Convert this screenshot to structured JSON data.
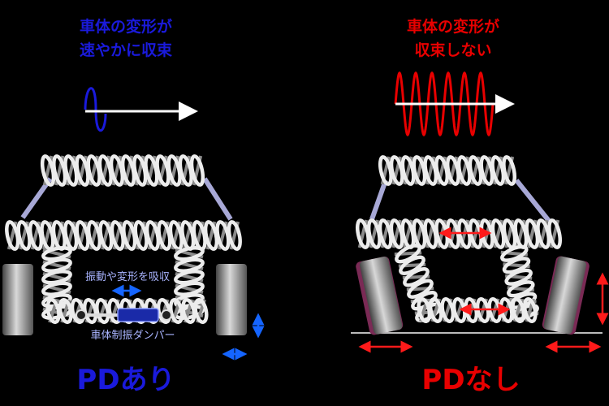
{
  "left": {
    "caption_line1": "車体の変形が",
    "caption_line2": "速やかに収束",
    "absorb_label": "振動や変形を吸収",
    "damper_label": "車体制振ダンパー",
    "title": "PDあり"
  },
  "right": {
    "caption_line1": "車体の変形が",
    "caption_line2": "収束しない",
    "title": "PDなし"
  },
  "colors": {
    "with_pd": "#1a1adb",
    "without_pd": "#e80000",
    "arrow_blue": "#1565ff",
    "arrow_red": "#ff1a1a",
    "spring": "#e6e6e6"
  }
}
